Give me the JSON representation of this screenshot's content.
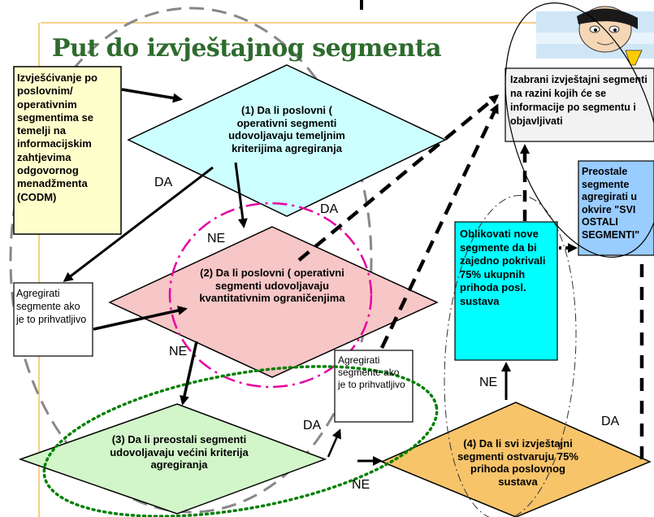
{
  "title": "Put do izvještajnog segmenta",
  "boxes": {
    "codm_text": "Izvješćivanje po poslovnim/ operativnim segmentima se temelji na informacijskim zahtjevima odgovornog menadžmenta (CODM)",
    "agregirati_left": "Agregirati segmente ako je to prihvatljivo",
    "agregirati_mid": "Agregirati segmente ako je to prihvatljivo",
    "izabrani": "Izabrani izvještajni segmenti na razini kojih će se informacije po segmentu i objavljivati",
    "preostale": "Preostale segmente agregirati u okvire \"SVI OSTALI SEGMENTI\"",
    "oblikovati": "Oblikovati nove segmente da bi zajedno pokrivali 75% ukupnih prihoda posl. sustava"
  },
  "decisions": {
    "d1": "(1) Da li poslovni ( operativni segmenti udovoljavaju temeljnim kriterijima agregiranja",
    "d2": "(2) Da li poslovni ( operativni segmenti udovoljavaju kvantitativnim ograničenjima",
    "d3": "(3) Da li preostali segmenti udovoljavaju većini kriterija agregiranja",
    "d4": "(4) Da li svi izvještajni segmenti ostvaruju 75% prihoda poslovnog sustava"
  },
  "edge_labels": {
    "da_1": "DA",
    "da_2": "DA",
    "ne_1": "NE",
    "ne_2": "NE",
    "da_3": "DA",
    "ne_3": "NE",
    "ne_4": "NE",
    "da_4": "DA"
  },
  "colors": {
    "title": "#2e6b2e",
    "codm_fill": "#ffffcc",
    "d1_fill": "#ccffff",
    "d2_fill": "#f7c6c6",
    "d3_fill": "#d2f5c9",
    "d4_fill": "#f7c46a",
    "oblikovati_fill": "#00ffff",
    "preostale_fill": "#99ccff",
    "frame_border": "#f0c060",
    "magenta_ellipse": "#e600a0",
    "green_ellipse": "#008000",
    "gray_ellipse": "#888888"
  }
}
